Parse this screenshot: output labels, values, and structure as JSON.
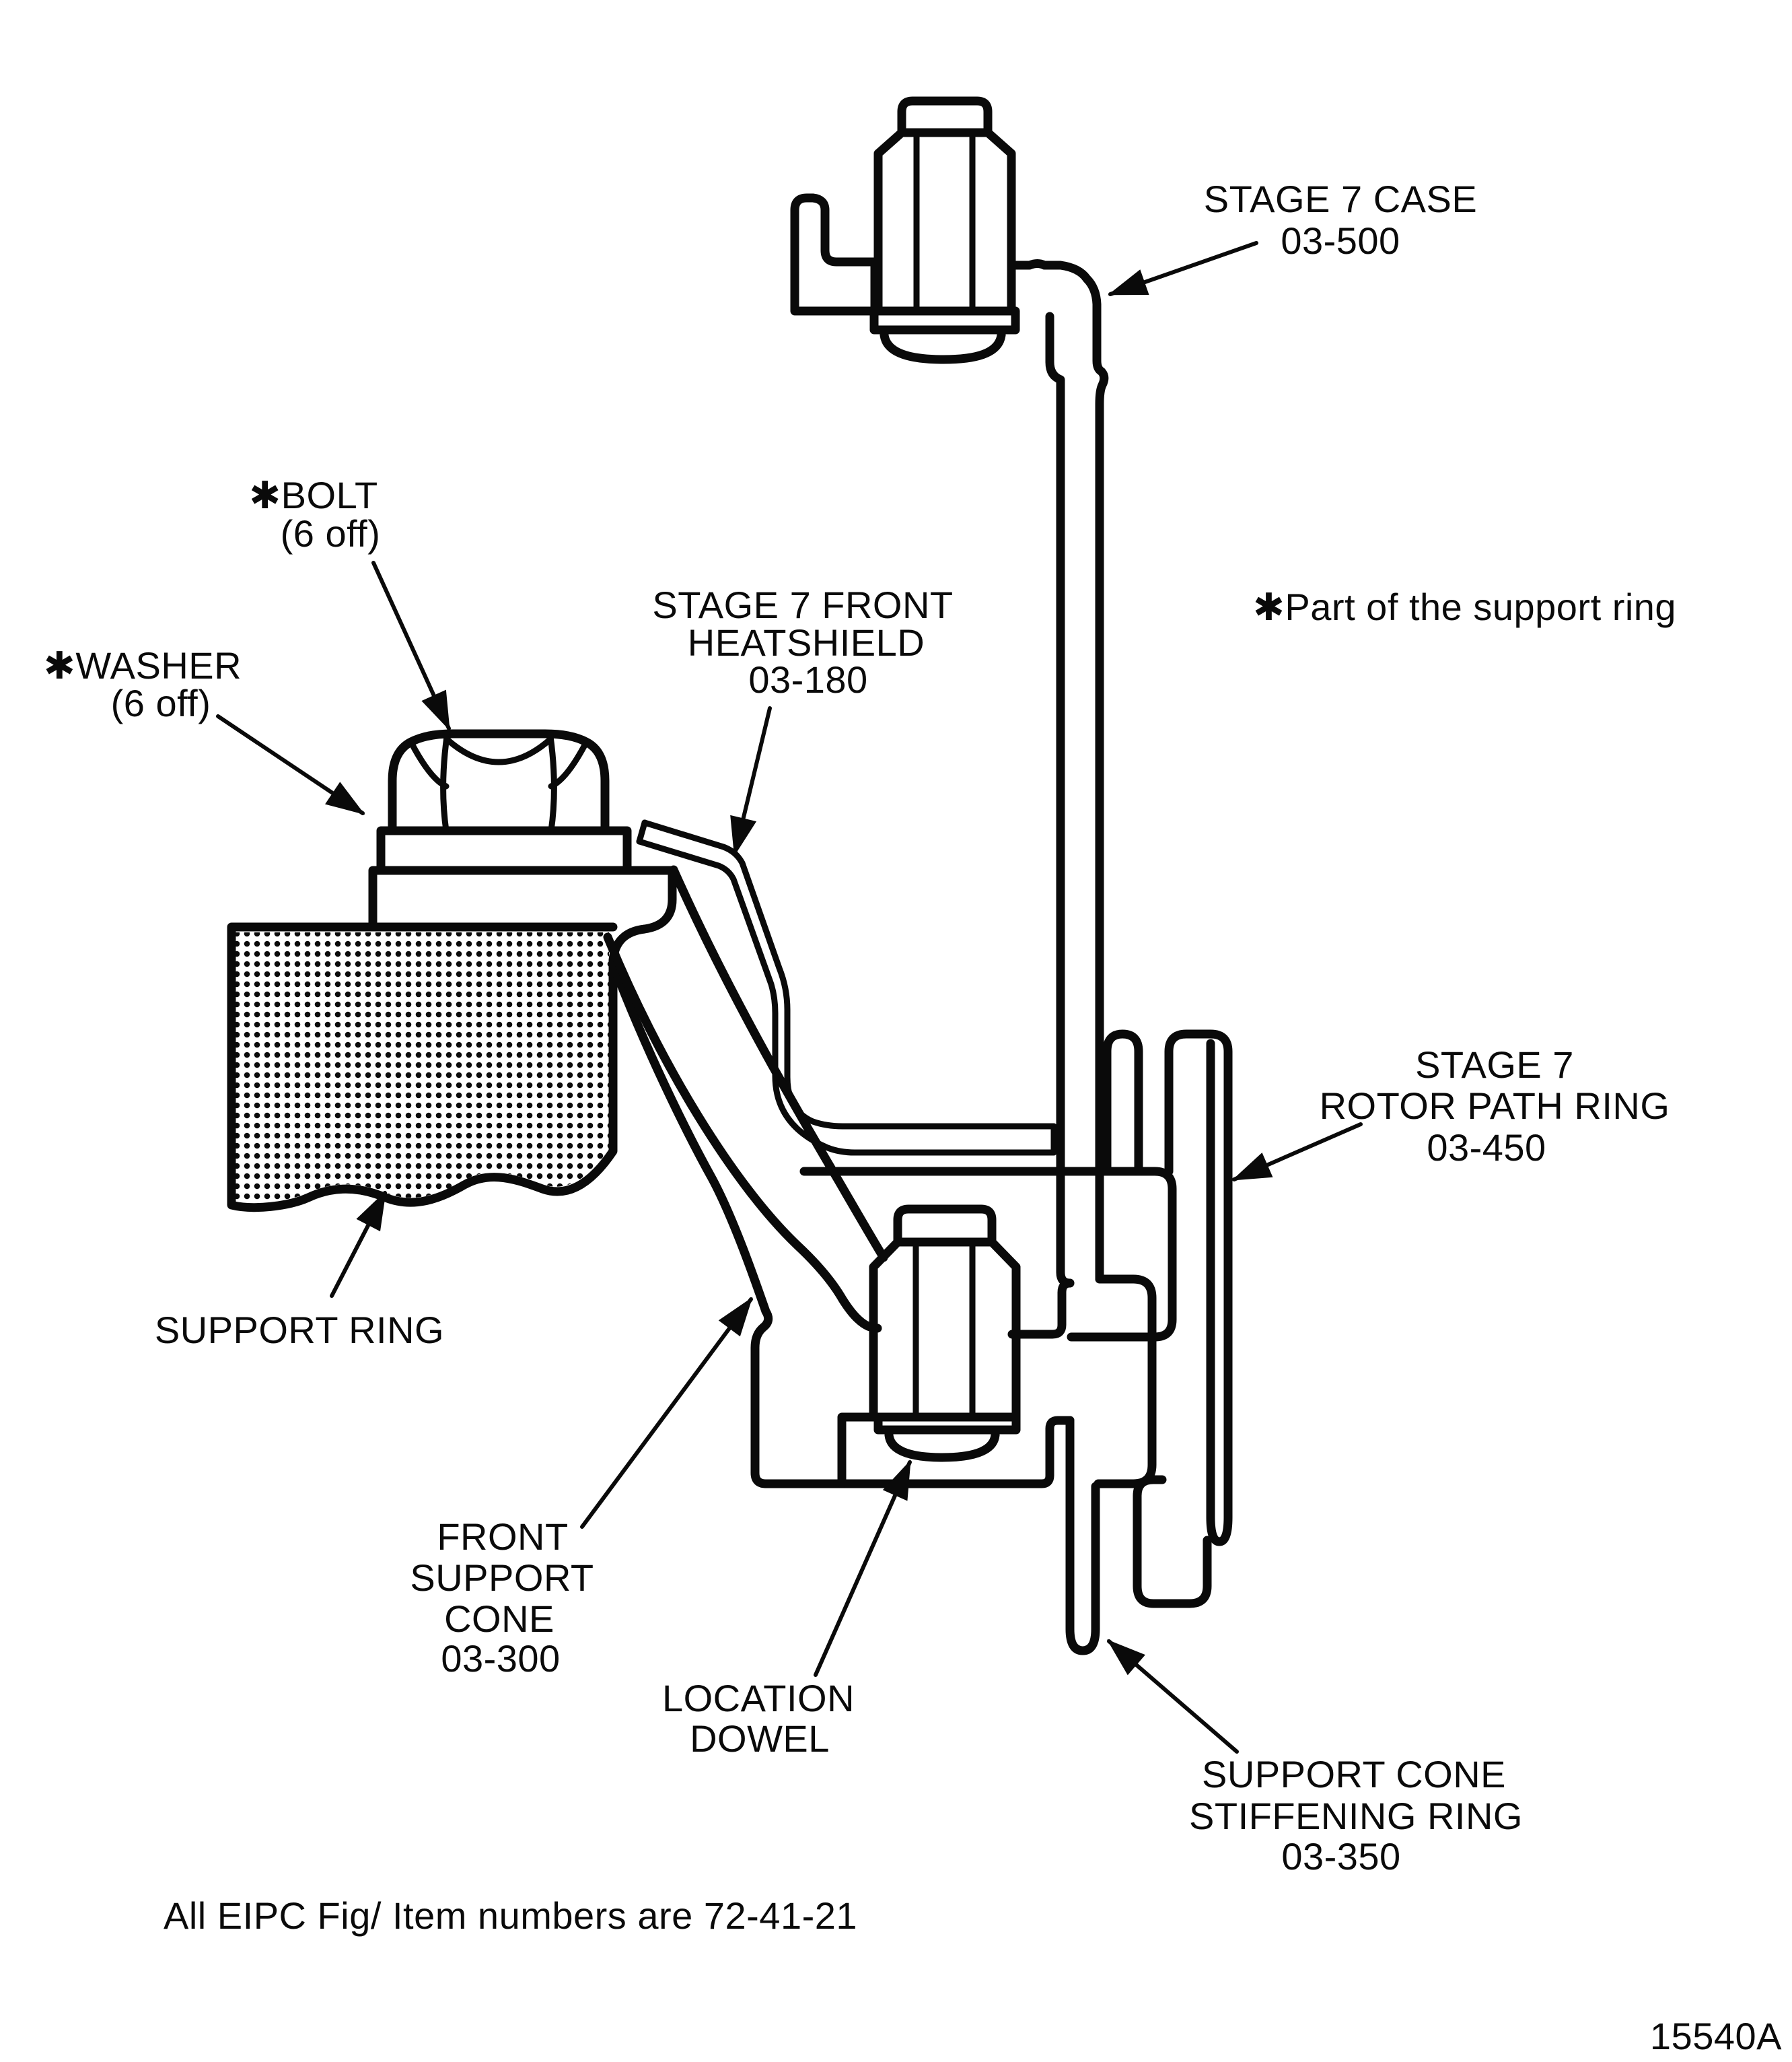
{
  "diagram": {
    "type": "engineering-cross-section",
    "ink_color": "#0a0a0a",
    "background_color": "#ffffff",
    "figure_ref": "15540A",
    "footer_note": "All EIPC Fig/ Item numbers are 72-41-21",
    "legend_note": "✱Part of the support ring",
    "asterisk_symbol": "✱",
    "labels": {
      "stage7_case": [
        "STAGE 7 CASE",
        "03-500"
      ],
      "bolt": [
        "✱BOLT",
        "(6 off)"
      ],
      "washer": [
        "✱WASHER",
        "(6 off)"
      ],
      "front_heatshield": [
        "STAGE 7 FRONT",
        "HEATSHIELD",
        "03-180"
      ],
      "rotor_path_ring": [
        "STAGE 7",
        "ROTOR PATH RING",
        "03-450"
      ],
      "support_ring": [
        "SUPPORT RING"
      ],
      "front_support_cone": [
        "FRONT",
        "SUPPORT",
        "CONE",
        "03-300"
      ],
      "location_dowel": [
        "LOCATION",
        "DOWEL"
      ],
      "stiffening_ring": [
        "SUPPORT CONE",
        "STIFFENING RING",
        "03-350"
      ]
    }
  }
}
